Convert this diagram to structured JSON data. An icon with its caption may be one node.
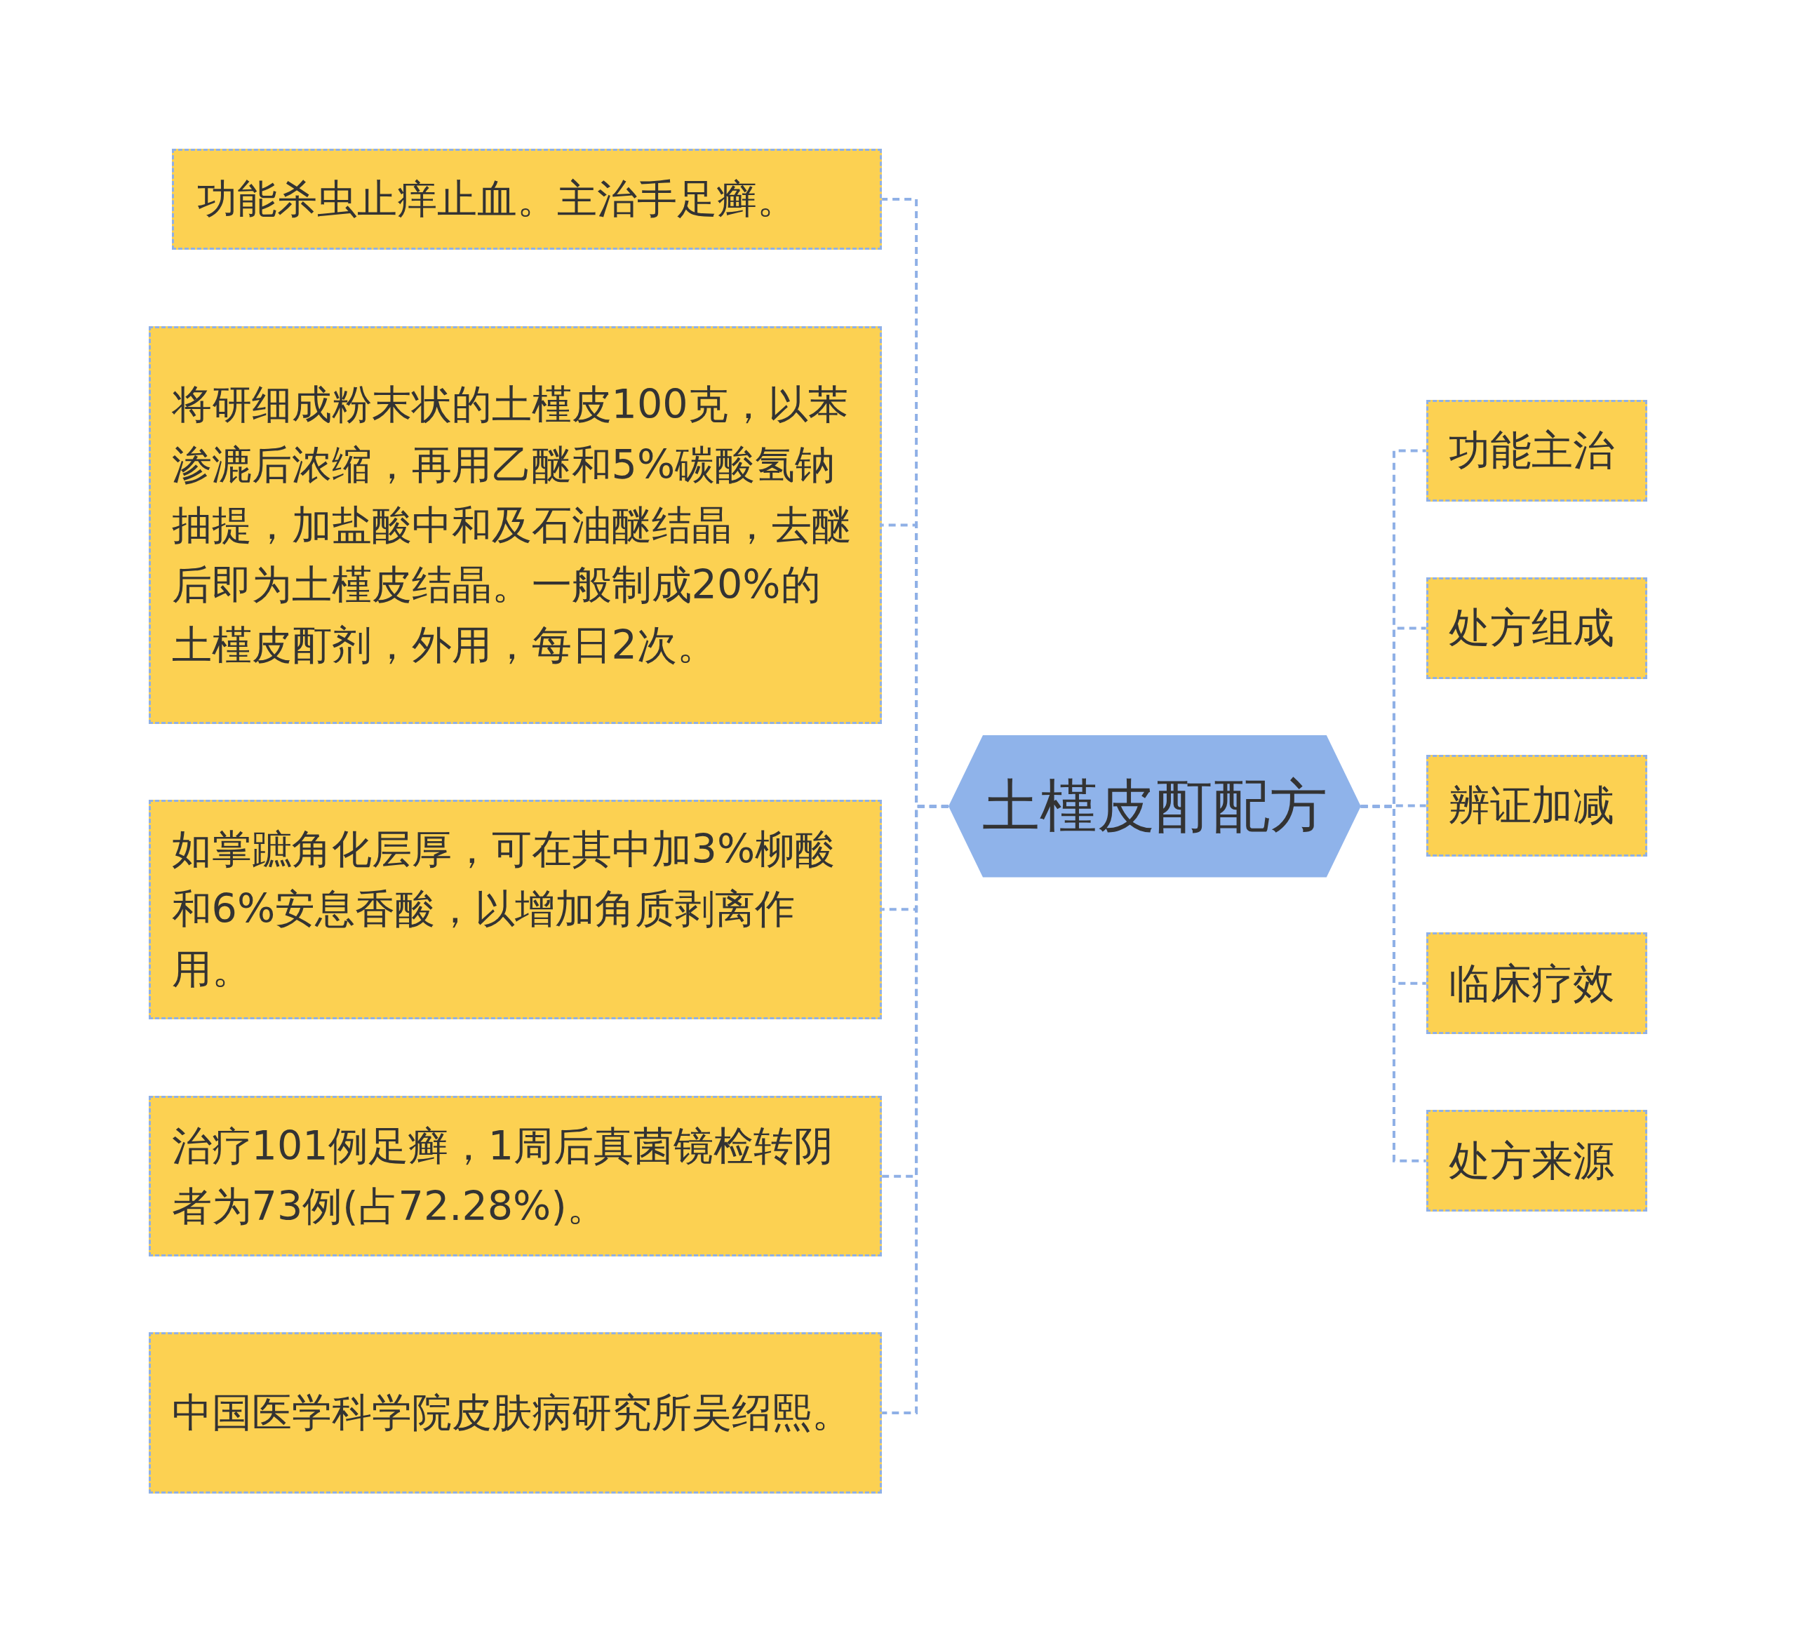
{
  "diagram": {
    "nodes": [
      {
        "text": [
          "土槿皮酊配方"
        ]
      },
      {
        "text": [
          "功能杀虫止痒止血。主治手足癣。"
        ]
      },
      {
        "text": [
          "将研细成粉末状的土槿皮100克，以苯渗漉后浓缩，再用乙醚和5%碳酸氢钠抽提，加盐酸中和及石油醚结晶，去醚后即为土槿皮结晶。一般制成20%的土槿皮酊剂，外用，每日2次。"
        ]
      },
      {
        "text": [
          "如掌蹠角化层厚，可在其中加3%柳酸和6%安息香酸，以增加角质剥离作用。"
        ]
      },
      {
        "text": [
          "治疗101例足癣，1周后真菌镜检转阴者为73例(占72.28%)。"
        ]
      },
      {
        "text": [
          "中国医学科学院皮肤病研究所吴绍熙。"
        ]
      },
      {
        "text": [
          "功能主治"
        ]
      },
      {
        "text": [
          "处方组成"
        ]
      },
      {
        "text": [
          "辨证加减"
        ]
      },
      {
        "text": [
          "临床疗效"
        ]
      },
      {
        "text": [
          "处方来源"
        ]
      }
    ],
    "edges": [
      {
        "from": 0,
        "to": 1,
        "arrow": "none"
      },
      {
        "from": 0,
        "to": 2,
        "arrow": "none"
      },
      {
        "from": 0,
        "to": 3,
        "arrow": "none"
      },
      {
        "from": 0,
        "to": 4,
        "arrow": "none"
      },
      {
        "from": 0,
        "to": 5,
        "arrow": "none"
      },
      {
        "from": 0,
        "to": 6,
        "arrow": "none"
      },
      {
        "from": 0,
        "to": 7,
        "arrow": "none"
      },
      {
        "from": 0,
        "to": 8,
        "arrow": "none"
      },
      {
        "from": 0,
        "to": 9,
        "arrow": "none"
      },
      {
        "from": 0,
        "to": 10,
        "arrow": "none"
      }
    ]
  }
}
